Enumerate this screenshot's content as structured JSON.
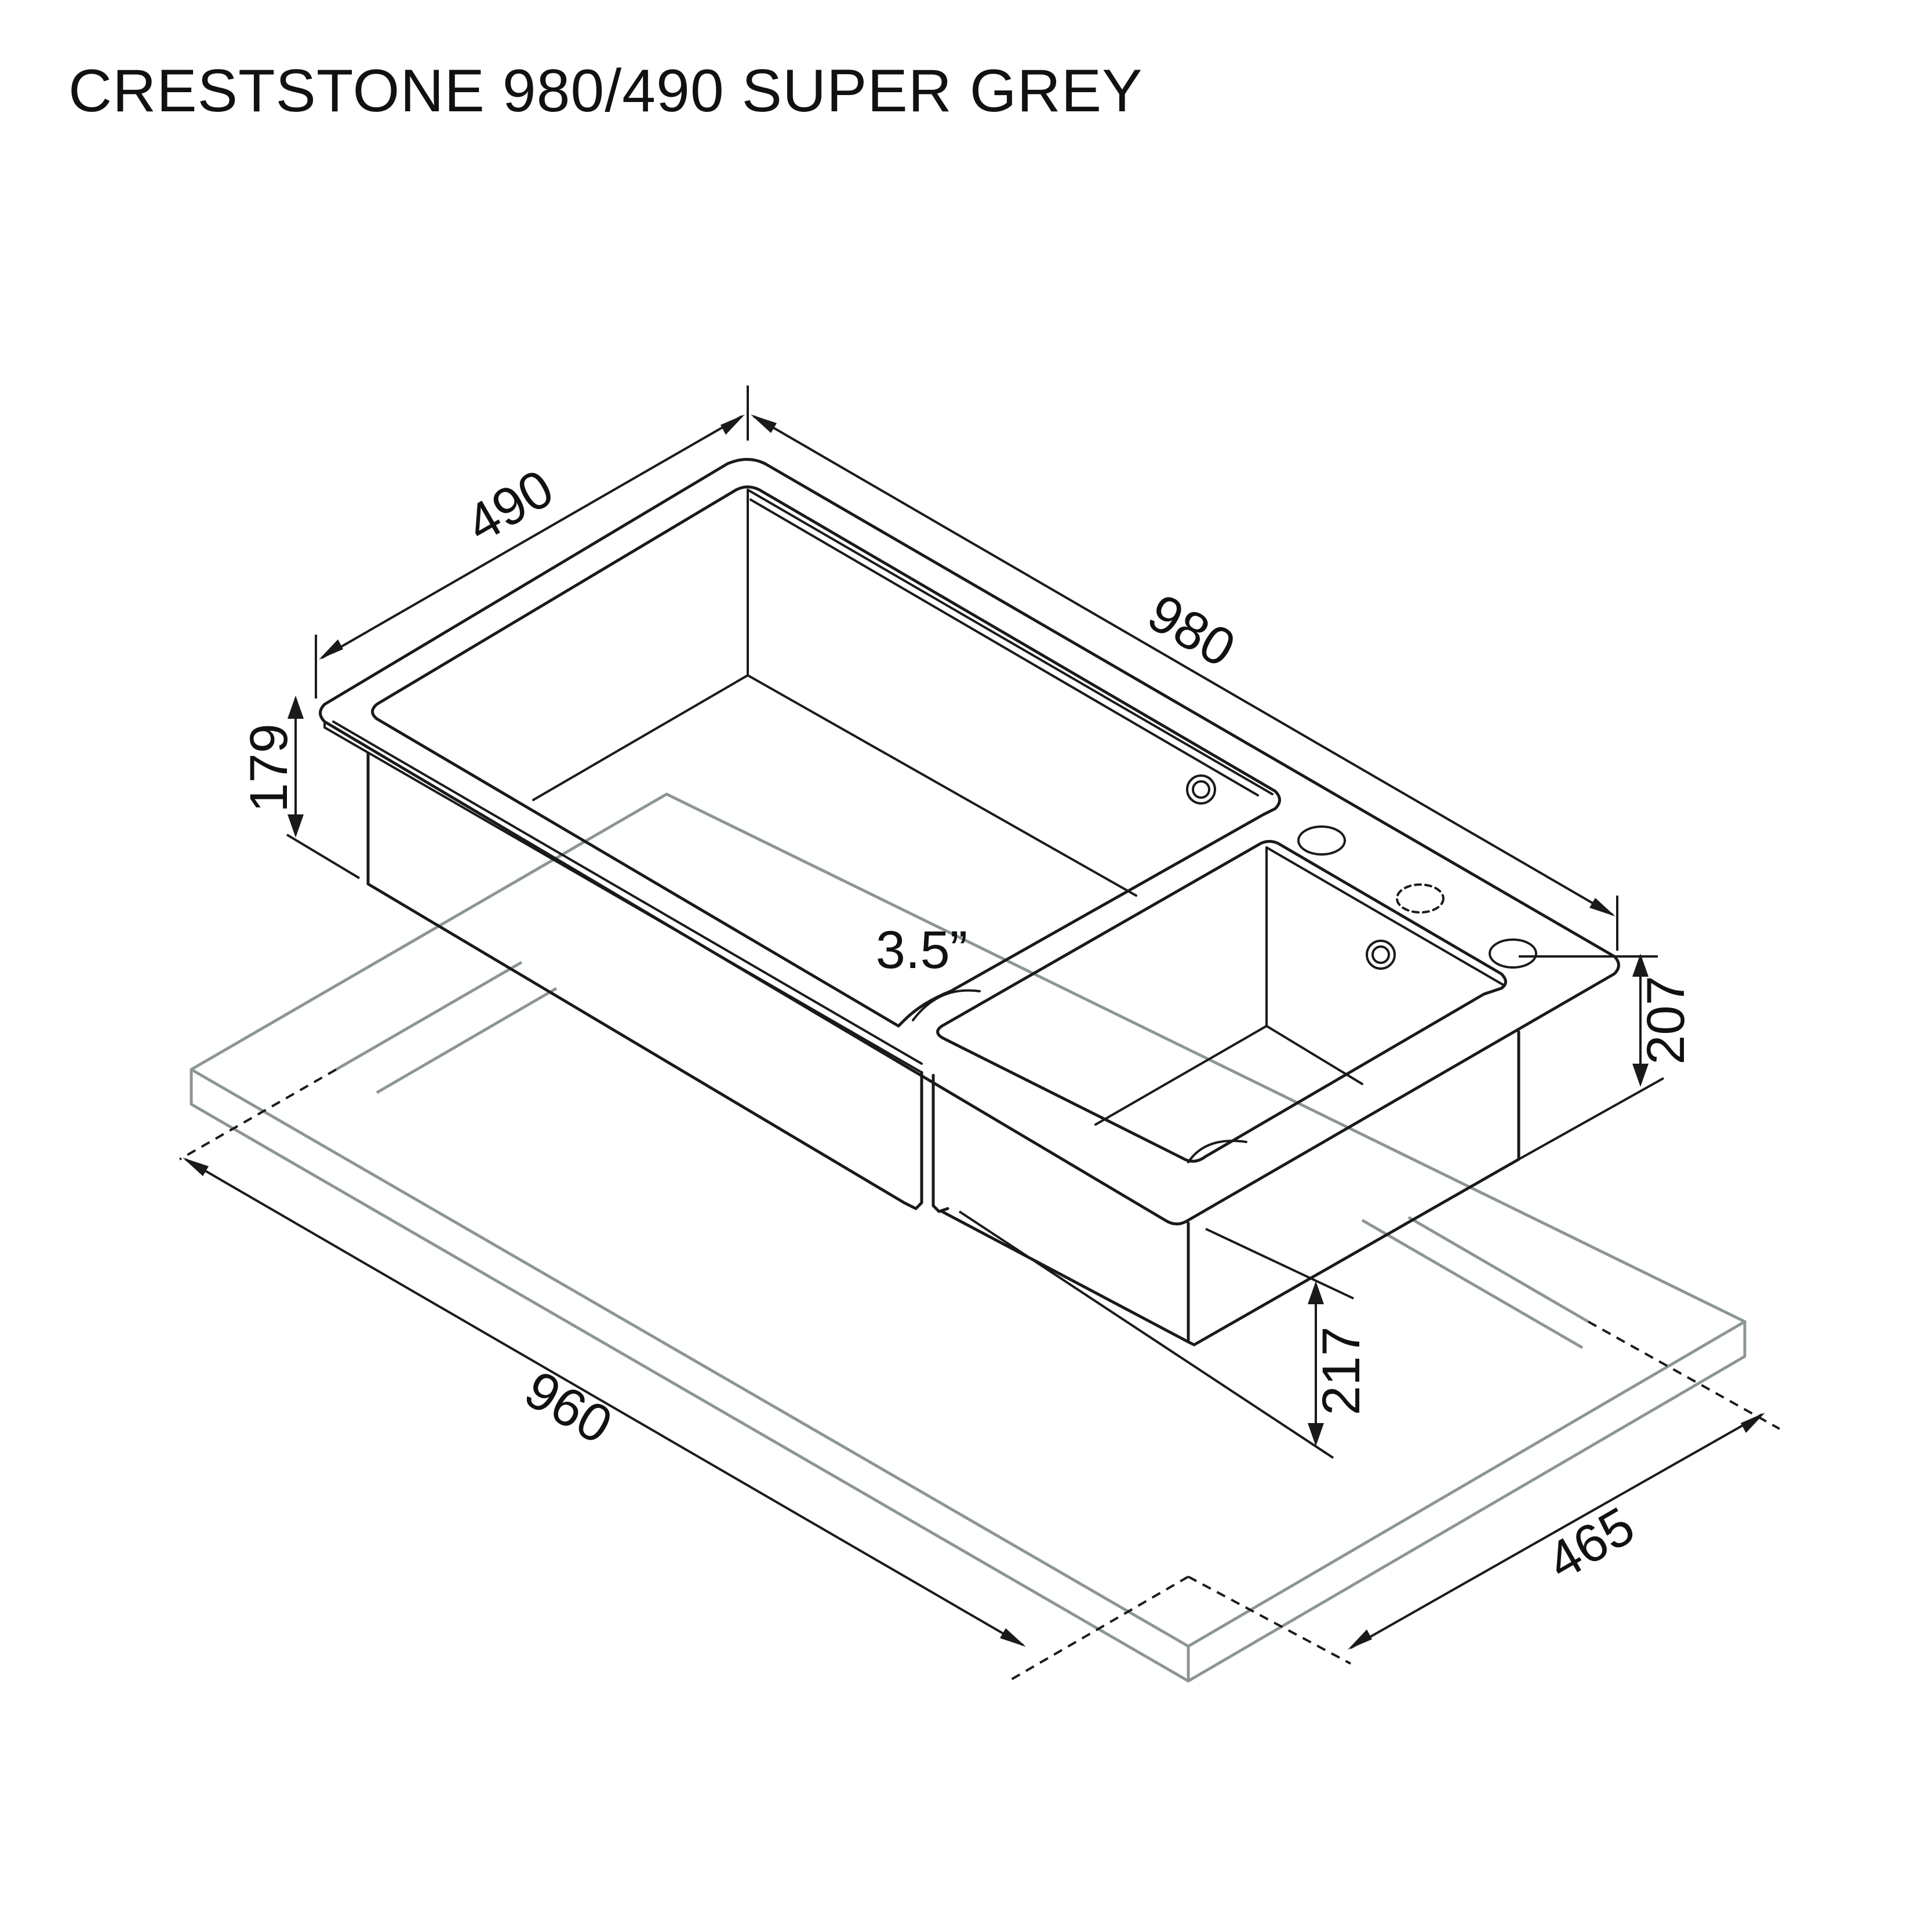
{
  "title": "CRESTSTONE 980/490 SUPER GREY",
  "dimensions": {
    "top_depth": "490",
    "top_length": "980",
    "large_bowl_height": "179",
    "small_bowl_height": "207",
    "cutout_height": "217",
    "cutout_length": "960",
    "cutout_depth": "465",
    "drain_size": "3.5”"
  },
  "colors": {
    "line": "#1a1a1a",
    "countertop": "#8b9695",
    "background": "#ffffff"
  }
}
